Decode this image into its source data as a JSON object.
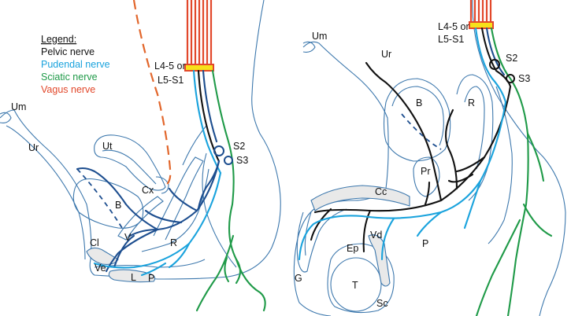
{
  "legend": {
    "title": "Legend:",
    "entries": [
      {
        "label": "Pelvic nerve",
        "color": "#111111"
      },
      {
        "label": "Pudendal nerve",
        "color": "#1aa3dd"
      },
      {
        "label": "Sciatic nerve",
        "color": "#1f9a48"
      },
      {
        "label": "Vagus nerve",
        "color": "#e2482b"
      }
    ]
  },
  "colors": {
    "pelvic": "#111111",
    "pelvic_branch": "#1d4e8f",
    "pudendal": "#1aa3dd",
    "sciatic": "#1f9a48",
    "vagus": "#e2482b",
    "stimulation_site": "#f7e11a",
    "outline": "#3d78ad"
  },
  "female_panel": {
    "roots": {
      "line1": "L4-5 or",
      "line2": "L5-S1"
    },
    "labels": {
      "um": "Um",
      "ur": "Ur",
      "ut": "Ut",
      "b": "B",
      "cx": "Cx",
      "s2": "S2",
      "s3": "S3",
      "cl": "Cl",
      "v": "V",
      "r": "R",
      "ve": "Ve",
      "l": "L",
      "p": "P"
    }
  },
  "male_panel": {
    "roots": {
      "line1": "L4-5 or",
      "line2": "L5-S1"
    },
    "labels": {
      "um": "Um",
      "ur": "Ur",
      "b": "B",
      "r": "R",
      "s2": "S2",
      "s3": "S3",
      "pr": "Pr",
      "cc": "Cc",
      "vd": "Vd",
      "ep": "Ep",
      "p": "P",
      "g": "G",
      "t": "T",
      "sc": "Sc"
    }
  }
}
